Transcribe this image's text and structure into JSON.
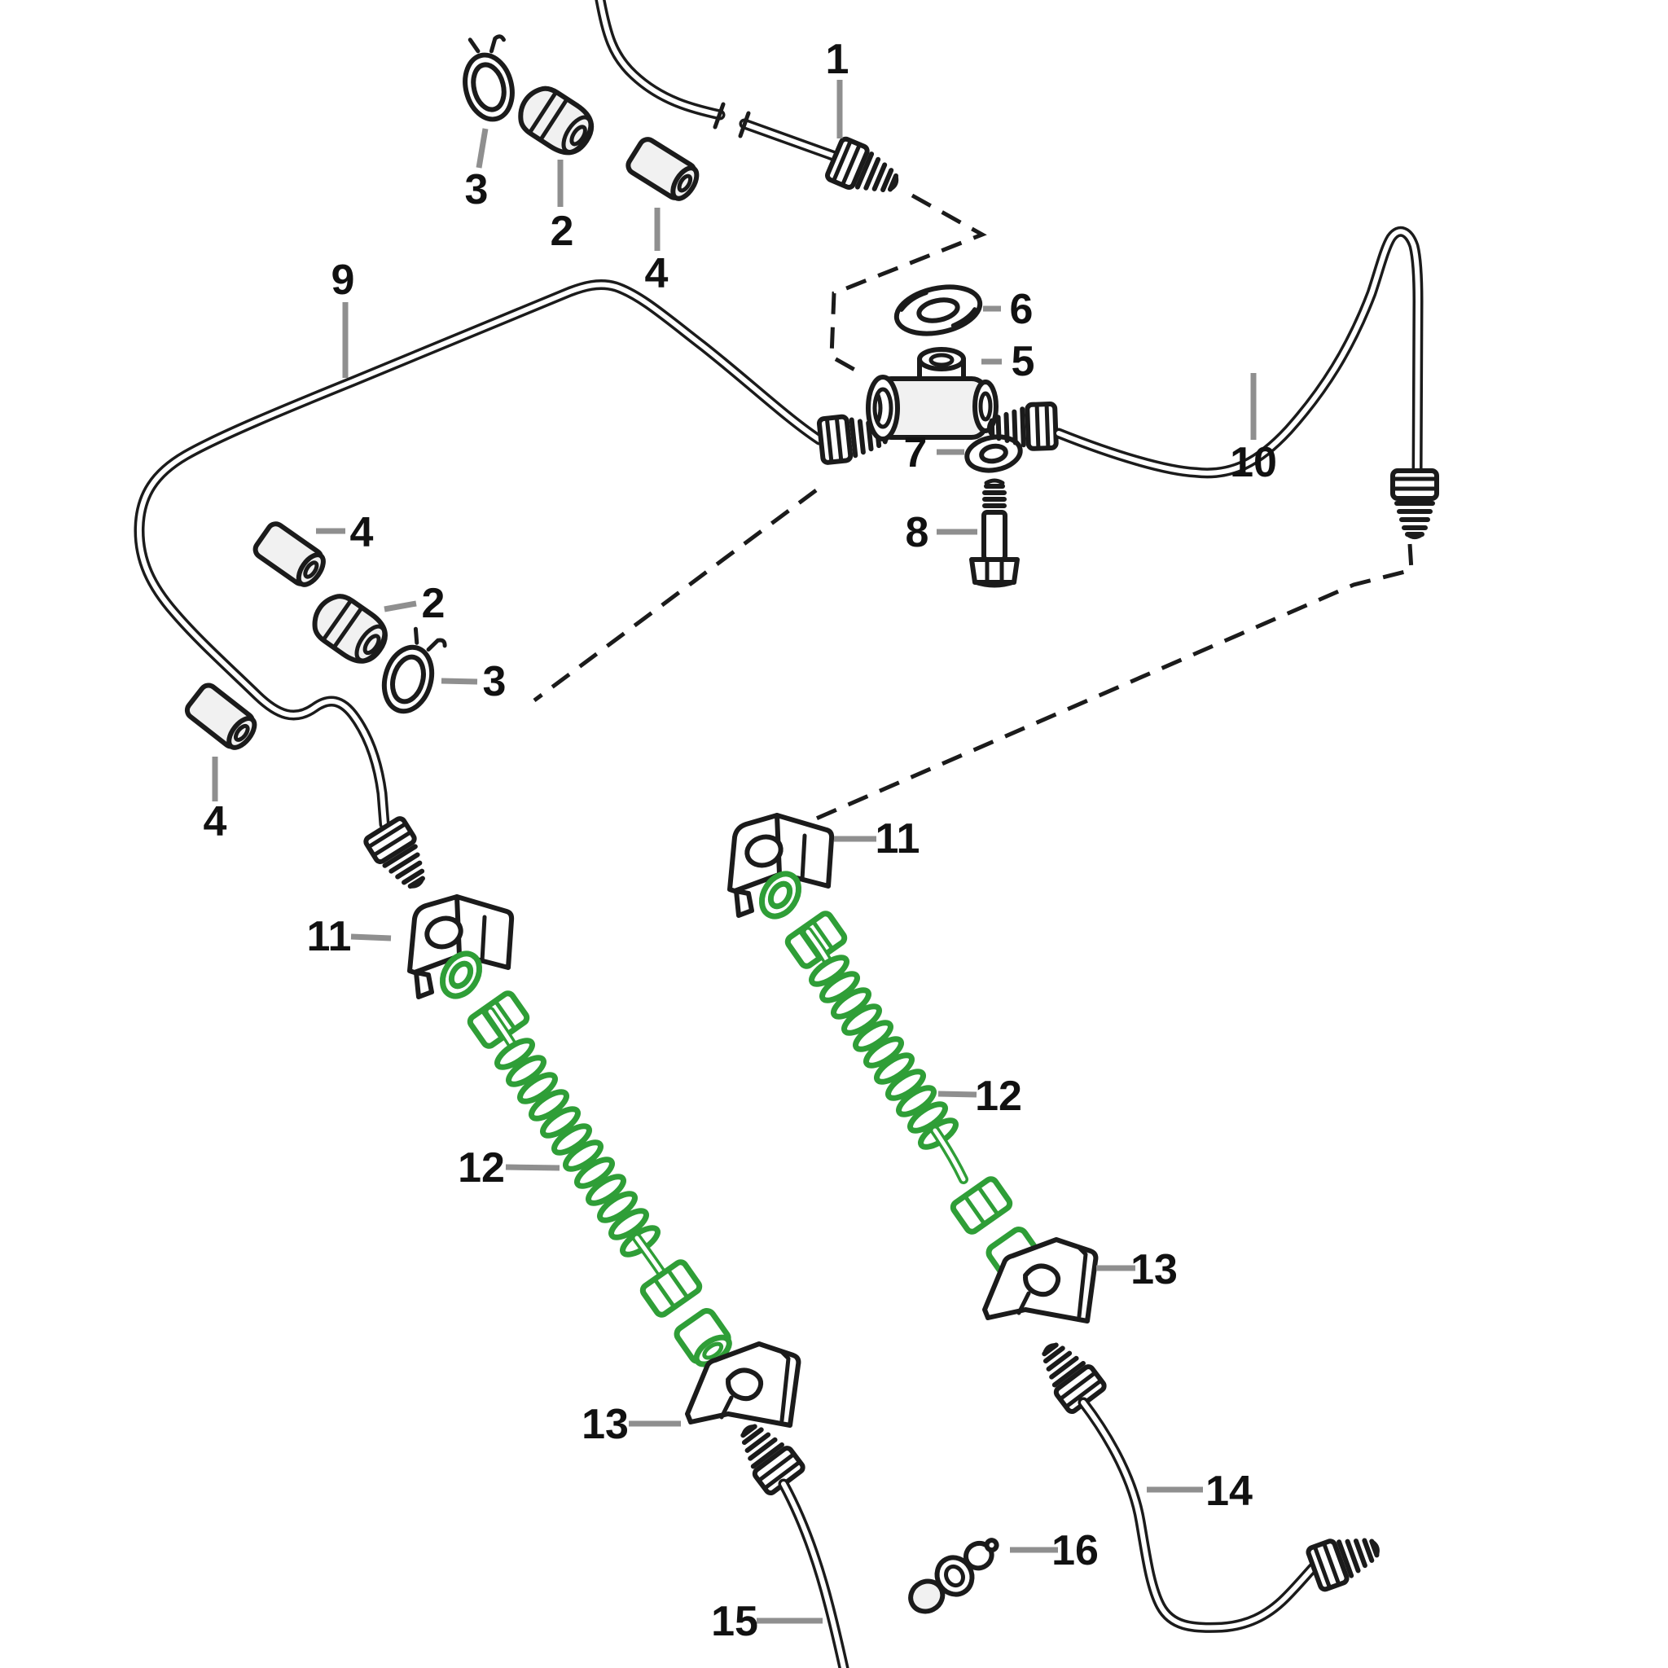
{
  "diagram": {
    "type": "exploded-parts-diagram",
    "description": "line-art exploded diagram of brake pipes, hoses, fittings and clips; the two flexible hoses (callout 12) are highlighted in green",
    "background": "#ffffff"
  },
  "colors": {
    "line": "#1b1b1b",
    "highlight_green": "#2f9e37",
    "leader_gray": "#8f8f8f",
    "label_text": "#111111"
  },
  "highlighted_callouts": [
    "12"
  ],
  "callouts": {
    "c1": "1",
    "c2a": "2",
    "c3a": "3",
    "c4a": "4",
    "c5": "5",
    "c6": "6",
    "c7": "7",
    "c8": "8",
    "c9": "9",
    "c10": "10",
    "c4b": "4",
    "c2b": "2",
    "c3b": "3",
    "c4c": "4",
    "c11a": "11",
    "c11b": "11",
    "c12a": "12",
    "c12b": "12",
    "c13a": "13",
    "c13b": "13",
    "c14": "14",
    "c15": "15",
    "c16": "16"
  }
}
